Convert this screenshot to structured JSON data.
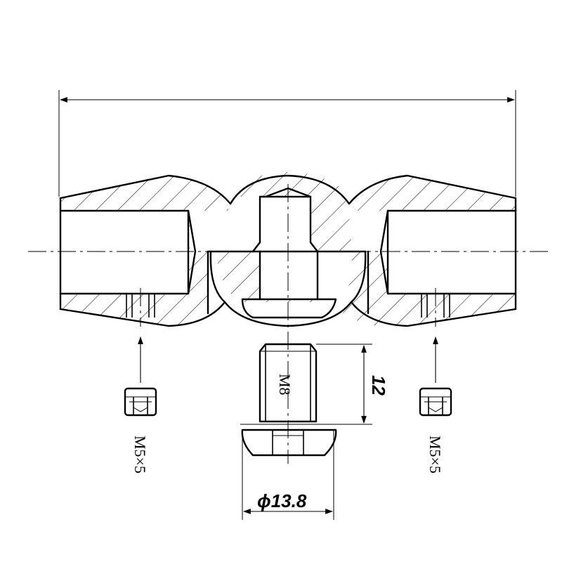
{
  "labels": {
    "thread_center": "M8",
    "set_screw_left": "M5×5",
    "set_screw_right": "M5×5",
    "bolt_length": "12",
    "bolt_head_diameter": "ϕ13.8"
  },
  "colors": {
    "line": "#000000",
    "background": "#ffffff"
  }
}
